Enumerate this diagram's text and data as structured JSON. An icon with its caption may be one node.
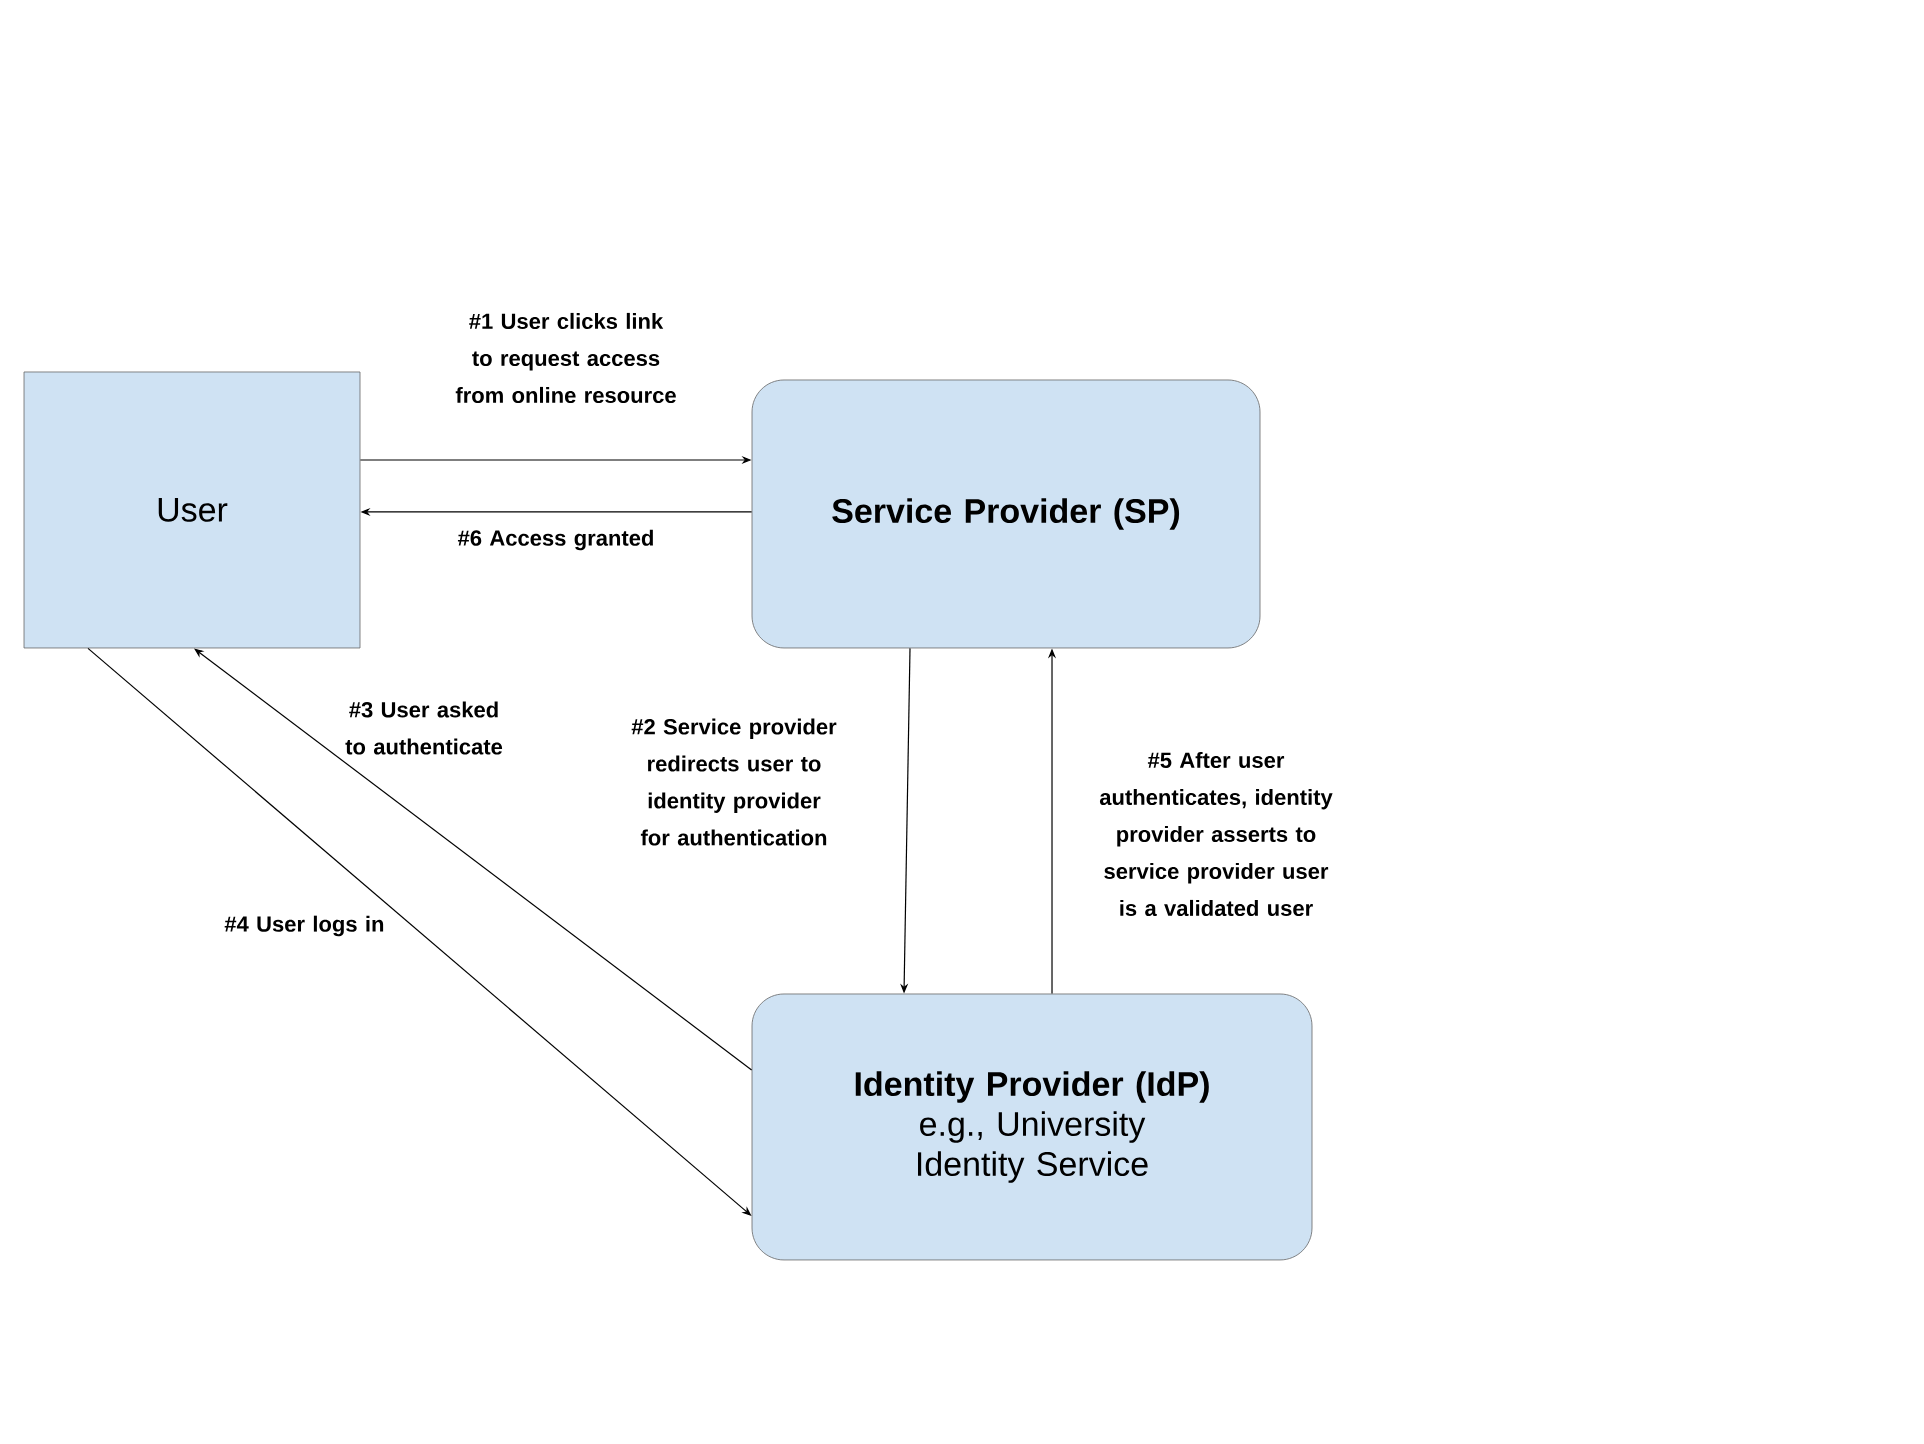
{
  "diagram": {
    "nodes": [
      {
        "text": [
          "User"
        ]
      },
      {
        "text": [
          "Service Provider (SP)"
        ]
      },
      {
        "text": [
          "Identity Provider (IdP)",
          "e.g., University Identity Service"
        ]
      }
    ],
    "edges": [
      {
        "from": 0,
        "to": 1,
        "arrow": "to",
        "label": "#1 User clicks link to request access from online resource"
      },
      {
        "from": 1,
        "to": 0,
        "arrow": "to",
        "label": "#6 Access granted"
      },
      {
        "from": 1,
        "to": 2,
        "arrow": "to",
        "label": "#2 Service provider redirects user to identity provider for authentication"
      },
      {
        "from": 2,
        "to": 1,
        "arrow": "to",
        "label": "#5 After user authenticates, identity provider asserts to service provider user is a validated user"
      },
      {
        "from": 2,
        "to": 0,
        "arrow": "to",
        "label": "#3 User asked to authenticate"
      },
      {
        "from": 0,
        "to": 2,
        "arrow": "to",
        "label": "#4 User logs in"
      }
    ]
  }
}
